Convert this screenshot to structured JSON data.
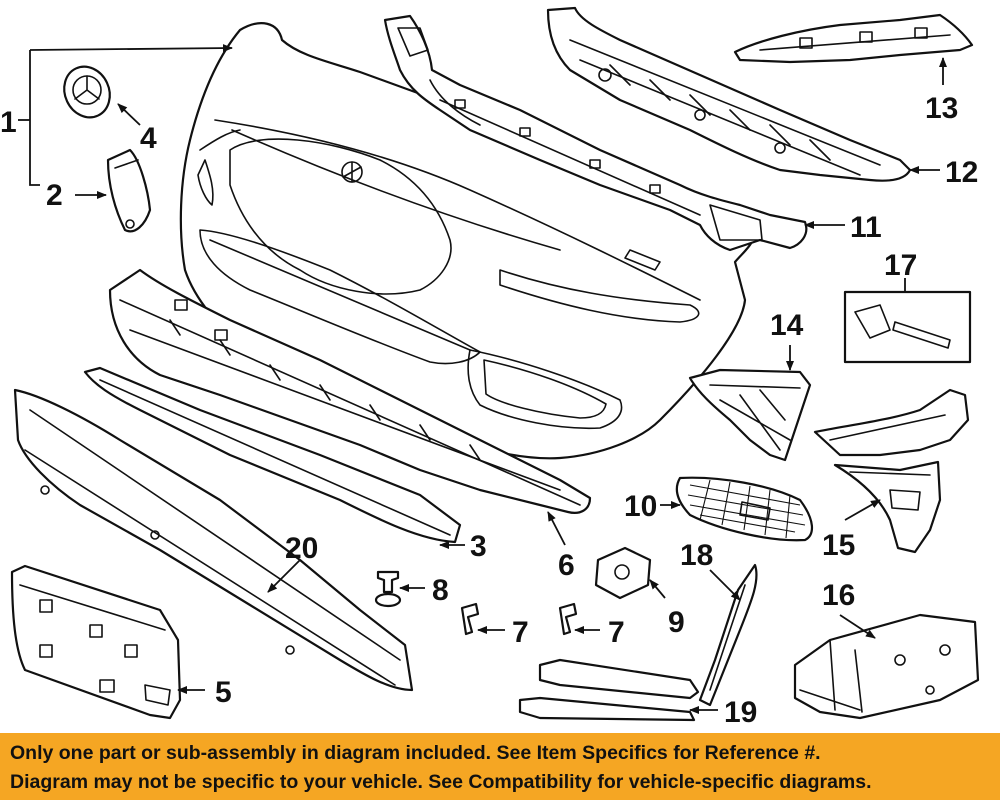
{
  "diagram": {
    "callouts": [
      "1",
      "2",
      "3",
      "4",
      "5",
      "6",
      "7",
      "7",
      "8",
      "9",
      "10",
      "11",
      "12",
      "13",
      "14",
      "15",
      "16",
      "17",
      "18",
      "19",
      "20"
    ]
  },
  "notice": {
    "line1": "Only one part or sub-assembly in diagram included. See Item Specifics for Reference #.",
    "line2": "Diagram may not be specific to your vehicle. See Compatibility for vehicle-specific diagrams.",
    "background_color": "#f5a623"
  }
}
